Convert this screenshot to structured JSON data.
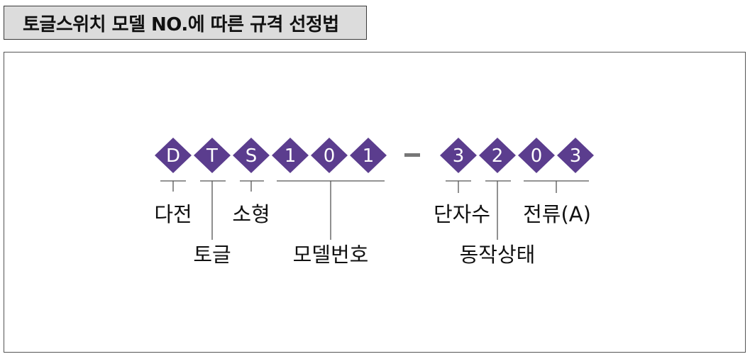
{
  "title": "토글스위치 모델 NO.에 따른 규격 선정법",
  "code": {
    "group1": [
      "D",
      "T",
      "S",
      "1",
      "0",
      "1"
    ],
    "separator": "-",
    "group2": [
      "3",
      "2",
      "0",
      "3"
    ]
  },
  "labels": {
    "dajeon": "다전",
    "togeul": "토글",
    "sohyeong": "소형",
    "model_number": "모델번호",
    "terminal_count": "단자수",
    "operation_state": "동작상태",
    "current": "전류(A)"
  },
  "colors": {
    "diamond": "#5b3d8e",
    "separator": "#777777",
    "line": "#555555"
  }
}
